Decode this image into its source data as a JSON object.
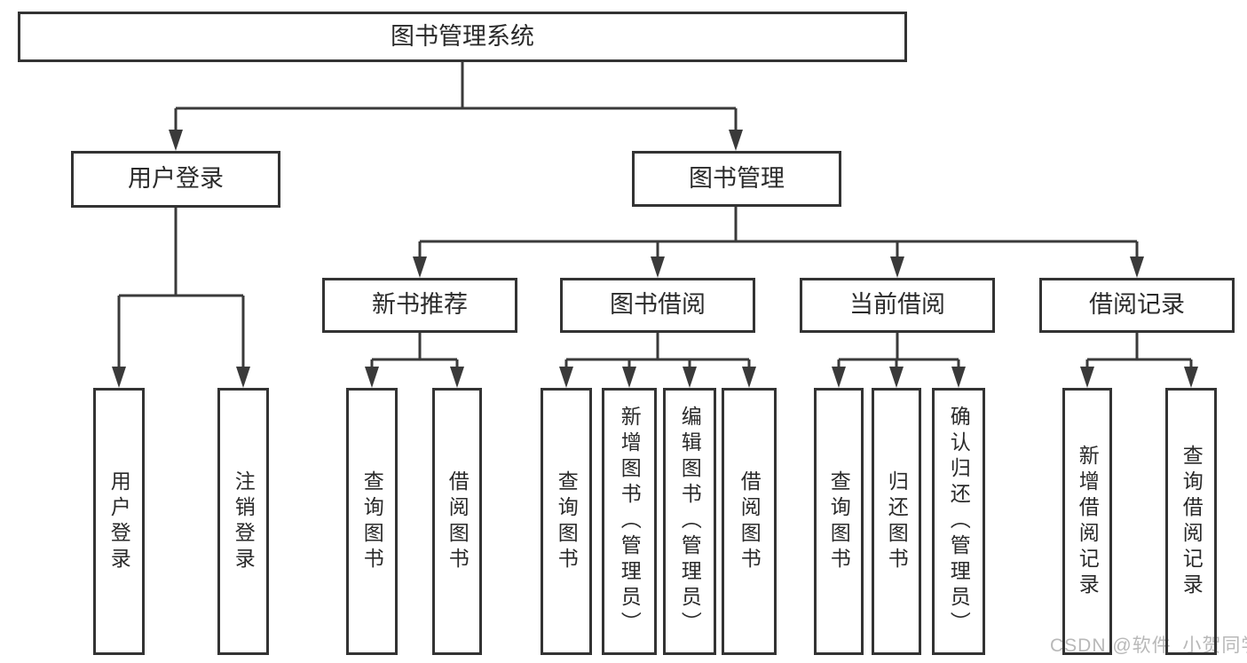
{
  "diagram": {
    "root": {
      "label": "图书管理系统"
    },
    "level2": {
      "user_login": {
        "label": "用户登录",
        "children": {
          "user_login": {
            "label": "用户登录"
          },
          "logout": {
            "label": "注销登录"
          }
        }
      },
      "book_management": {
        "label": "图书管理",
        "children": {
          "new_book_recommend": {
            "label": "新书推荐",
            "children": {
              "query_books": {
                "label": "查询图书"
              },
              "borrow_books": {
                "label": "借阅图书"
              }
            }
          },
          "book_borrowing": {
            "label": "图书借阅",
            "children": {
              "query_books": {
                "label": "查询图书"
              },
              "add_books_admin": {
                "label": "新增图书（管理员）"
              },
              "edit_books_admin": {
                "label": "编辑图书（管理员）"
              },
              "borrow_books": {
                "label": "借阅图书"
              }
            }
          },
          "current_borrowing": {
            "label": "当前借阅",
            "children": {
              "query_books": {
                "label": "查询图书"
              },
              "return_books": {
                "label": "归还图书"
              },
              "confirm_return_admin": {
                "label": "确认归还（管理员）"
              }
            }
          },
          "borrow_records": {
            "label": "借阅记录",
            "children": {
              "add_record": {
                "label": "新增借阅记录"
              },
              "query_record": {
                "label": "查询借阅记录"
              }
            }
          }
        }
      }
    }
  },
  "watermark": {
    "text": "CSDN @软件_小贺同学"
  },
  "colors": {
    "line": "#3a3a3a",
    "box_border": "#333333",
    "text": "#2a2a2a",
    "watermark": "#b8b8b8",
    "background": "#ffffff"
  }
}
